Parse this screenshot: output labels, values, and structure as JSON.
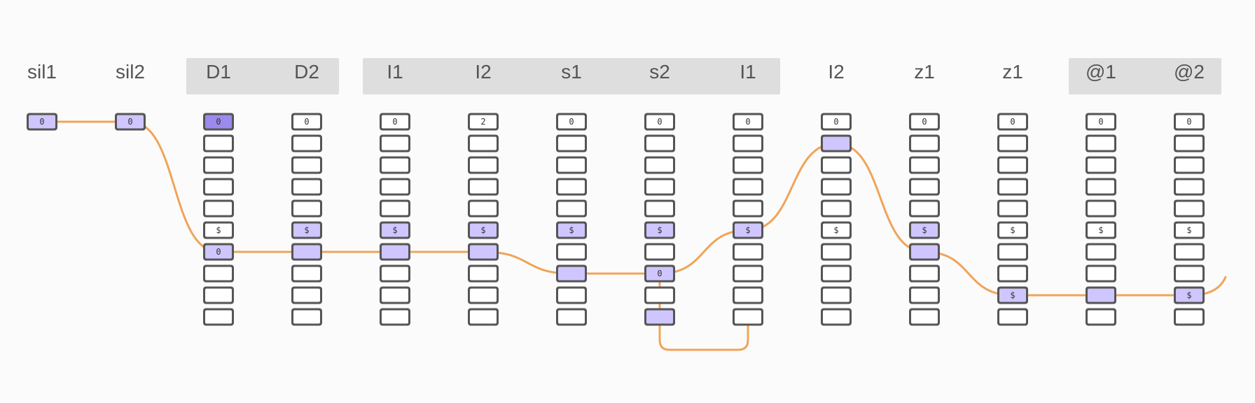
{
  "columns": [
    {
      "label": "sil1",
      "type": "single",
      "value": "0",
      "highlight": true
    },
    {
      "label": "sil2",
      "type": "single",
      "value": "0",
      "highlight": true
    },
    {
      "label": "D1",
      "cells": [
        "0",
        "",
        "",
        "",
        "",
        "$",
        "0",
        "",
        "",
        ""
      ],
      "highlights": [
        0,
        6
      ],
      "strong": [
        0
      ]
    },
    {
      "label": "D2",
      "cells": [
        "0",
        "",
        "",
        "",
        "",
        "$",
        "",
        "",
        "",
        ""
      ],
      "highlights": [
        5,
        6
      ]
    },
    {
      "label": "I1",
      "cells": [
        "0",
        "",
        "",
        "",
        "",
        "$",
        "",
        "",
        "",
        ""
      ],
      "highlights": [
        5,
        6
      ]
    },
    {
      "label": "I2",
      "cells": [
        "2",
        "",
        "",
        "",
        "",
        "$",
        "",
        "",
        "",
        ""
      ],
      "highlights": [
        5,
        6
      ]
    },
    {
      "label": "s1",
      "cells": [
        "0",
        "",
        "",
        "",
        "",
        "$",
        "",
        "",
        "",
        ""
      ],
      "highlights": [
        5,
        7
      ]
    },
    {
      "label": "s2",
      "cells": [
        "0",
        "",
        "",
        "",
        "",
        "$",
        "",
        "0",
        "",
        ""
      ],
      "highlights": [
        5,
        7,
        9
      ]
    },
    {
      "label": "I1",
      "cells": [
        "0",
        "",
        "",
        "",
        "",
        "$",
        "",
        "",
        "",
        ""
      ],
      "highlights": [
        5
      ]
    },
    {
      "label": "I2",
      "cells": [
        "0",
        "",
        "",
        "",
        "",
        "$",
        "",
        "",
        "",
        ""
      ],
      "highlights": [
        1
      ]
    },
    {
      "label": "z1",
      "cells": [
        "0",
        "",
        "",
        "",
        "",
        "$",
        "",
        "",
        "",
        ""
      ],
      "highlights": [
        5,
        6
      ]
    },
    {
      "label": "z1",
      "cells": [
        "0",
        "",
        "",
        "",
        "",
        "$",
        "",
        "",
        "$",
        ""
      ],
      "highlights": [
        8
      ]
    },
    {
      "label": "@1",
      "cells": [
        "0",
        "",
        "",
        "",
        "",
        "$",
        "",
        "",
        "",
        ""
      ],
      "highlights": [
        8
      ]
    },
    {
      "label": "@2",
      "cells": [
        "0",
        "",
        "",
        "",
        "",
        "$",
        "",
        "",
        "$",
        ""
      ],
      "highlights": [
        8
      ]
    }
  ],
  "groups": [
    {
      "from": 2,
      "to": 3
    },
    {
      "from": 4,
      "to": 8
    },
    {
      "from": 12,
      "to": 13
    }
  ],
  "colors": {
    "path": "#f0a458",
    "highlight": "#cfc6ff",
    "highlight_strong": "#9c8aee",
    "group_background": "#dedede"
  }
}
